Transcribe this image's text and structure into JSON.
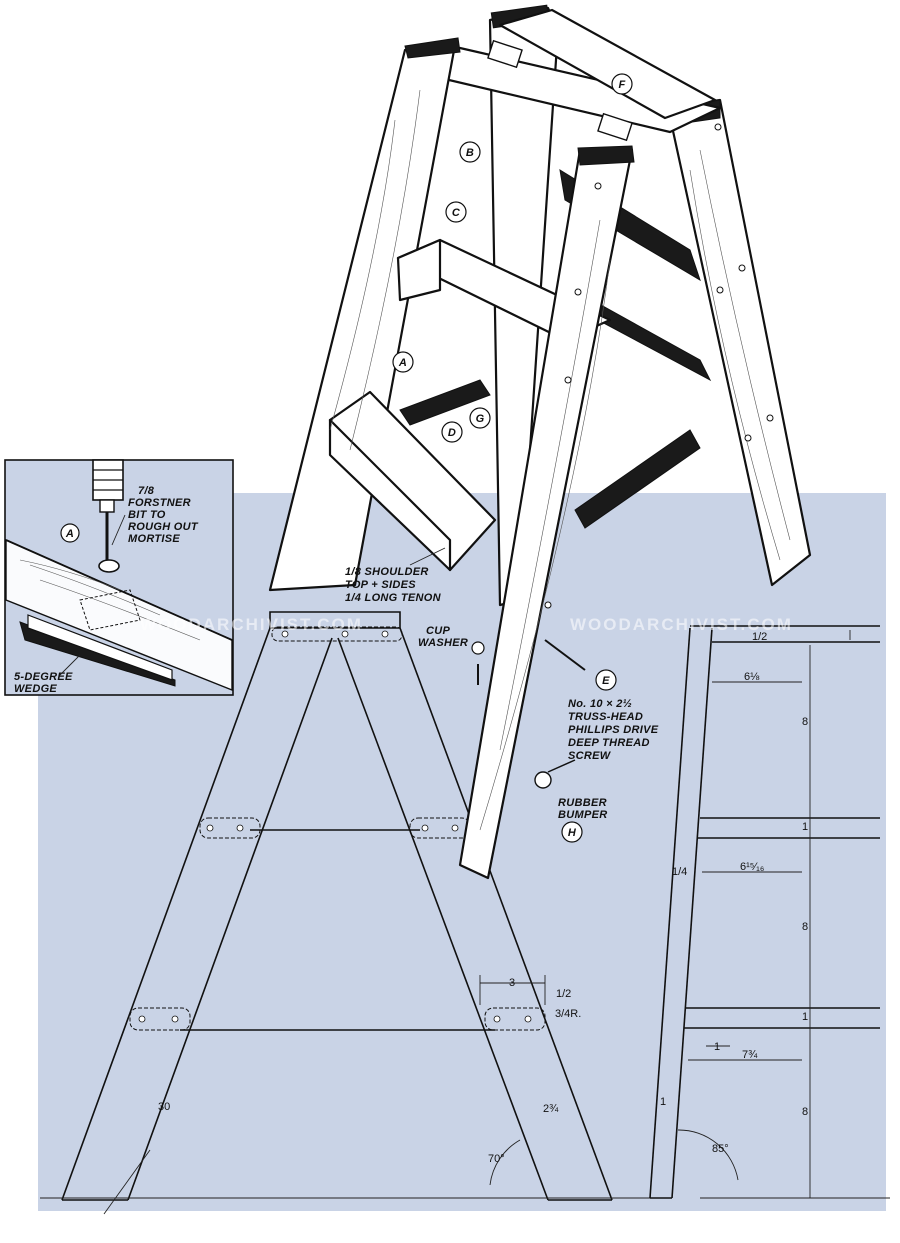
{
  "colors": {
    "blueprint": "#c9d3e6",
    "paper": "#ffffff",
    "ink": "#111111"
  },
  "watermark": {
    "text": "WOODARCHIVIST.COM"
  },
  "parts": [
    "A",
    "B",
    "C",
    "D",
    "E",
    "F",
    "G",
    "H"
  ],
  "inset": {
    "part": "A",
    "bit_note": [
      "7/8",
      "FORSTNER",
      "BIT TO",
      "ROUGH OUT",
      "MORTISE"
    ],
    "wedge_note": [
      "5-DEGREE",
      "WEDGE"
    ]
  },
  "callouts": {
    "tenon": [
      "1/8 SHOULDER",
      "TOP + SIDES",
      "1/4 LONG TENON"
    ],
    "washer": [
      "CUP",
      "WASHER"
    ],
    "screw": [
      "No. 10 × 2½",
      "TRUSS-HEAD",
      "PHILLIPS DRIVE",
      "DEEP THREAD",
      "SCREW"
    ],
    "bumper": [
      "RUBBER",
      "BUMPER"
    ]
  },
  "dimensions": {
    "front": {
      "width_3": "3",
      "half": "1/2",
      "radius": "3/4R.",
      "leg_width": "2¾",
      "length": "30",
      "angle": "70°"
    },
    "side": {
      "top_gap": "1/2",
      "step1_depth": "6⅛",
      "spacing_a": "8",
      "thick_a": "1",
      "quarter": "1/4",
      "step2_depth": "6¹⁵⁄₁₆",
      "spacing_b": "8",
      "thick_b": "1",
      "step3_depth": "7¾",
      "inner_1": "1",
      "spacing_c": "8",
      "leg_1": "1",
      "angle": "85°"
    }
  }
}
